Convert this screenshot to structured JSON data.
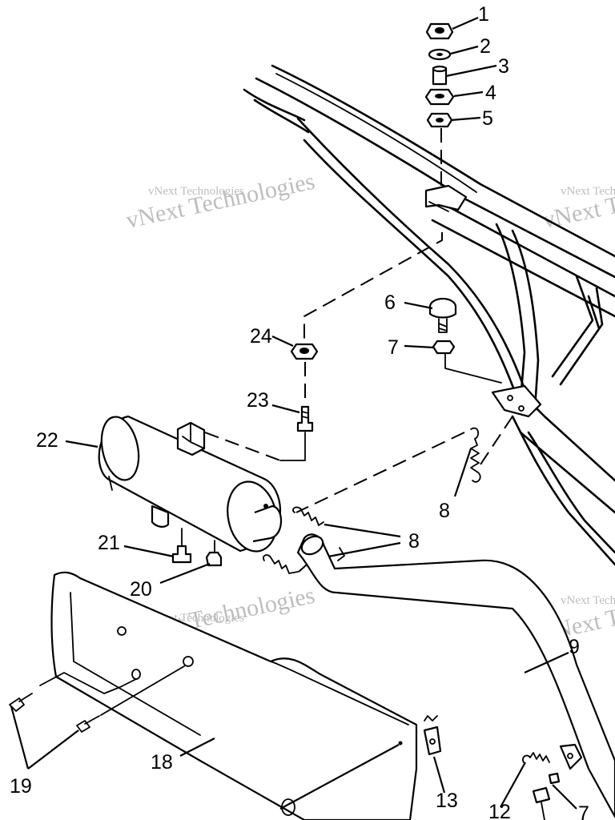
{
  "watermark": {
    "text": "vNext Technologies"
  },
  "callouts": [
    {
      "id": "c1",
      "label": "1"
    },
    {
      "id": "c2",
      "label": "2"
    },
    {
      "id": "c3",
      "label": "3"
    },
    {
      "id": "c4",
      "label": "4"
    },
    {
      "id": "c5",
      "label": "5"
    },
    {
      "id": "c6",
      "label": "6"
    },
    {
      "id": "c7",
      "label": "7"
    },
    {
      "id": "c8a",
      "label": "8"
    },
    {
      "id": "c8b",
      "label": "8"
    },
    {
      "id": "c9",
      "label": "9"
    },
    {
      "id": "c12",
      "label": "12"
    },
    {
      "id": "c7b",
      "label": "7"
    },
    {
      "id": "c13",
      "label": "13"
    },
    {
      "id": "c18",
      "label": "18"
    },
    {
      "id": "c19",
      "label": "19"
    },
    {
      "id": "c20",
      "label": "20"
    },
    {
      "id": "c21",
      "label": "21"
    },
    {
      "id": "c22",
      "label": "22"
    },
    {
      "id": "c23",
      "label": "23"
    },
    {
      "id": "c24",
      "label": "24"
    }
  ]
}
